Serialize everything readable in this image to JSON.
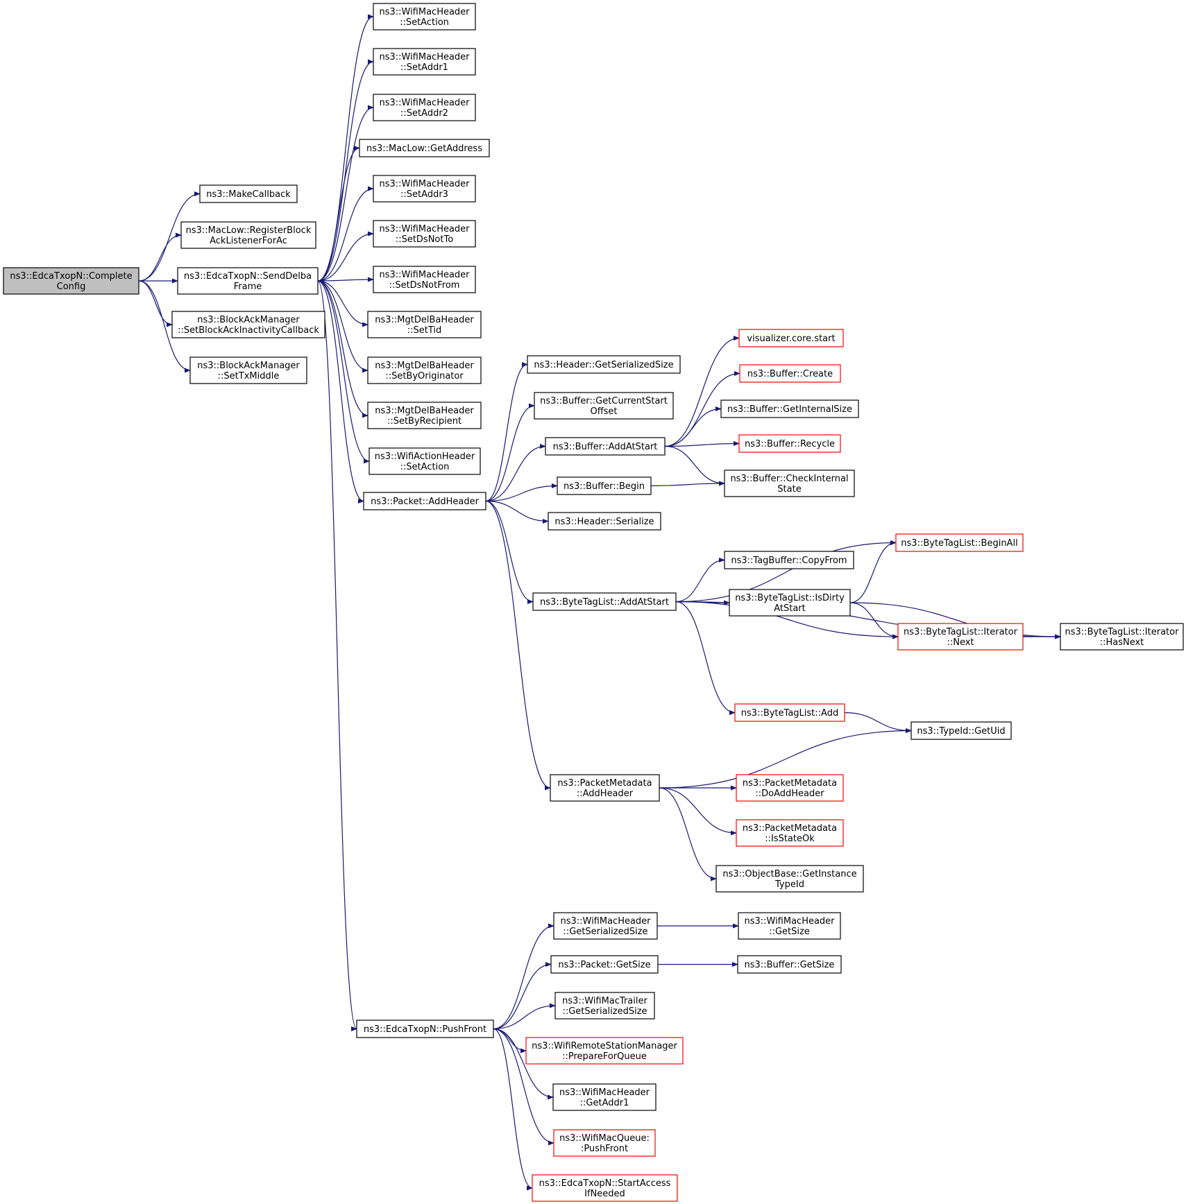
{
  "colors": {
    "edge": "#191970",
    "border_normal": "#000000",
    "border_truncated": "#ff0000",
    "fill_normal": "#ffffff",
    "fill_root": "#bfbfbf"
  },
  "graph": {
    "nodes": [
      {
        "id": "complete",
        "lines": [
          "ns3::EdcaTxopN::Complete",
          "Config"
        ],
        "style": "root"
      },
      {
        "id": "makecb",
        "lines": [
          "ns3::MakeCallback"
        ],
        "style": "normal"
      },
      {
        "id": "reglistener",
        "lines": [
          "ns3::MacLow::RegisterBlock",
          "AckListenerForAc"
        ],
        "style": "normal"
      },
      {
        "id": "senddelba",
        "lines": [
          "ns3::EdcaTxopN::SendDelba",
          "Frame"
        ],
        "style": "normal"
      },
      {
        "id": "setbainact",
        "lines": [
          "ns3::BlockAckManager",
          "::SetBlockAckInactivityCallback"
        ],
        "style": "normal"
      },
      {
        "id": "settxmiddle",
        "lines": [
          "ns3::BlockAckManager",
          "::SetTxMiddle"
        ],
        "style": "normal"
      },
      {
        "id": "setaction",
        "lines": [
          "ns3::WifiMacHeader",
          "::SetAction"
        ],
        "style": "normal"
      },
      {
        "id": "setaddr1",
        "lines": [
          "ns3::WifiMacHeader",
          "::SetAddr1"
        ],
        "style": "normal"
      },
      {
        "id": "setaddr2",
        "lines": [
          "ns3::WifiMacHeader",
          "::SetAddr2"
        ],
        "style": "normal"
      },
      {
        "id": "getaddress",
        "lines": [
          "ns3::MacLow::GetAddress"
        ],
        "style": "normal"
      },
      {
        "id": "setaddr3",
        "lines": [
          "ns3::WifiMacHeader",
          "::SetAddr3"
        ],
        "style": "normal"
      },
      {
        "id": "setdsnotto",
        "lines": [
          "ns3::WifiMacHeader",
          "::SetDsNotTo"
        ],
        "style": "normal"
      },
      {
        "id": "setdsnotfrom",
        "lines": [
          "ns3::WifiMacHeader",
          "::SetDsNotFrom"
        ],
        "style": "normal"
      },
      {
        "id": "settid",
        "lines": [
          "ns3::MgtDelBaHeader",
          "::SetTid"
        ],
        "style": "normal"
      },
      {
        "id": "setbyorig",
        "lines": [
          "ns3::MgtDelBaHeader",
          "::SetByOriginator"
        ],
        "style": "normal"
      },
      {
        "id": "setbyrecip",
        "lines": [
          "ns3::MgtDelBaHeader",
          "::SetByRecipient"
        ],
        "style": "normal"
      },
      {
        "id": "wasetaction",
        "lines": [
          "ns3::WifiActionHeader",
          "::SetAction"
        ],
        "style": "normal"
      },
      {
        "id": "addheader",
        "lines": [
          "ns3::Packet::AddHeader"
        ],
        "style": "normal"
      },
      {
        "id": "pushfront",
        "lines": [
          "ns3::EdcaTxopN::PushFront"
        ],
        "style": "normal"
      },
      {
        "id": "hdrgetser",
        "lines": [
          "ns3::Header::GetSerializedSize"
        ],
        "style": "normal"
      },
      {
        "id": "bufcurstart",
        "lines": [
          "ns3::Buffer::GetCurrentStart",
          "Offset"
        ],
        "style": "normal"
      },
      {
        "id": "bufaddatstart",
        "lines": [
          "ns3::Buffer::AddAtStart"
        ],
        "style": "normal"
      },
      {
        "id": "bufbegin",
        "lines": [
          "ns3::Buffer::Begin"
        ],
        "style": "normal"
      },
      {
        "id": "hdrserialize",
        "lines": [
          "ns3::Header::Serialize"
        ],
        "style": "normal"
      },
      {
        "id": "btladdatstart",
        "lines": [
          "ns3::ByteTagList::AddAtStart"
        ],
        "style": "normal"
      },
      {
        "id": "pmaddheader",
        "lines": [
          "ns3::PacketMetadata",
          "::AddHeader"
        ],
        "style": "normal"
      },
      {
        "id": "vizstart",
        "lines": [
          "visualizer.core.start"
        ],
        "style": "truncated"
      },
      {
        "id": "bufcreate",
        "lines": [
          "ns3::Buffer::Create"
        ],
        "style": "truncated"
      },
      {
        "id": "bufinternal",
        "lines": [
          "ns3::Buffer::GetInternalSize"
        ],
        "style": "normal"
      },
      {
        "id": "bufrecycle",
        "lines": [
          "ns3::Buffer::Recycle"
        ],
        "style": "truncated"
      },
      {
        "id": "bufcheck",
        "lines": [
          "ns3::Buffer::CheckInternal",
          "State"
        ],
        "style": "normal"
      },
      {
        "id": "tbcopyfrom",
        "lines": [
          "ns3::TagBuffer::CopyFrom"
        ],
        "style": "normal"
      },
      {
        "id": "btlisdirty",
        "lines": [
          "ns3::ByteTagList::IsDirty",
          "AtStart"
        ],
        "style": "normal"
      },
      {
        "id": "btladd",
        "lines": [
          "ns3::ByteTagList::Add"
        ],
        "style": "truncated"
      },
      {
        "id": "btlbeginall",
        "lines": [
          "ns3::ByteTagList::BeginAll"
        ],
        "style": "truncated"
      },
      {
        "id": "btlitnext",
        "lines": [
          "ns3::ByteTagList::Iterator",
          "::Next"
        ],
        "style": "truncated"
      },
      {
        "id": "btlithasnext",
        "lines": [
          "ns3::ByteTagList::Iterator",
          "::HasNext"
        ],
        "style": "normal"
      },
      {
        "id": "typeidgetuid",
        "lines": [
          "ns3::TypeId::GetUid"
        ],
        "style": "normal"
      },
      {
        "id": "pmdoadd",
        "lines": [
          "ns3::PacketMetadata",
          "::DoAddHeader"
        ],
        "style": "truncated"
      },
      {
        "id": "pmisstateok",
        "lines": [
          "ns3::PacketMetadata",
          "::IsStateOk"
        ],
        "style": "truncated"
      },
      {
        "id": "obgetinst",
        "lines": [
          "ns3::ObjectBase::GetInstance",
          "TypeId"
        ],
        "style": "normal"
      },
      {
        "id": "wmhgetser",
        "lines": [
          "ns3::WifiMacHeader",
          "::GetSerializedSize"
        ],
        "style": "normal"
      },
      {
        "id": "pktgetsize",
        "lines": [
          "ns3::Packet::GetSize"
        ],
        "style": "normal"
      },
      {
        "id": "wmtgetser",
        "lines": [
          "ns3::WifiMacTrailer",
          "::GetSerializedSize"
        ],
        "style": "normal"
      },
      {
        "id": "wrsmprep",
        "lines": [
          "ns3::WifiRemoteStationManager",
          "::PrepareForQueue"
        ],
        "style": "truncated"
      },
      {
        "id": "wmhgetaddr1",
        "lines": [
          "ns3::WifiMacHeader",
          "::GetAddr1"
        ],
        "style": "normal"
      },
      {
        "id": "wmqpushfront",
        "lines": [
          "ns3::WifiMacQueue:",
          ":PushFront"
        ],
        "style": "truncated"
      },
      {
        "id": "startaccess",
        "lines": [
          "ns3::EdcaTxopN::StartAccess",
          "IfNeeded"
        ],
        "style": "truncated"
      },
      {
        "id": "wmhgetsize",
        "lines": [
          "ns3::WifiMacHeader",
          "::GetSize"
        ],
        "style": "normal"
      },
      {
        "id": "bufgetsize",
        "lines": [
          "ns3::Buffer::GetSize"
        ],
        "style": "normal"
      }
    ],
    "edges": [
      [
        "complete",
        "makecb"
      ],
      [
        "complete",
        "reglistener"
      ],
      [
        "complete",
        "senddelba"
      ],
      [
        "complete",
        "setbainact"
      ],
      [
        "complete",
        "settxmiddle"
      ],
      [
        "senddelba",
        "setaction"
      ],
      [
        "senddelba",
        "setaddr1"
      ],
      [
        "senddelba",
        "setaddr2"
      ],
      [
        "senddelba",
        "getaddress"
      ],
      [
        "senddelba",
        "setaddr3"
      ],
      [
        "senddelba",
        "setdsnotto"
      ],
      [
        "senddelba",
        "setdsnotfrom"
      ],
      [
        "senddelba",
        "settid"
      ],
      [
        "senddelba",
        "setbyorig"
      ],
      [
        "senddelba",
        "setbyrecip"
      ],
      [
        "senddelba",
        "wasetaction"
      ],
      [
        "senddelba",
        "addheader"
      ],
      [
        "senddelba",
        "pushfront"
      ],
      [
        "addheader",
        "hdrgetser"
      ],
      [
        "addheader",
        "bufcurstart"
      ],
      [
        "addheader",
        "bufaddatstart"
      ],
      [
        "addheader",
        "bufbegin"
      ],
      [
        "addheader",
        "hdrserialize"
      ],
      [
        "addheader",
        "btladdatstart"
      ],
      [
        "addheader",
        "pmaddheader"
      ],
      [
        "bufaddatstart",
        "vizstart"
      ],
      [
        "bufaddatstart",
        "bufcreate"
      ],
      [
        "bufaddatstart",
        "bufinternal"
      ],
      [
        "bufaddatstart",
        "bufrecycle"
      ],
      [
        "bufaddatstart",
        "bufcheck"
      ],
      [
        "bufbegin",
        "bufcheck"
      ],
      [
        "btladdatstart",
        "btlbeginall"
      ],
      [
        "btladdatstart",
        "tbcopyfrom"
      ],
      [
        "btladdatstart",
        "btlisdirty"
      ],
      [
        "btladdatstart",
        "btlitnext"
      ],
      [
        "btladdatstart",
        "btlithasnext"
      ],
      [
        "btladdatstart",
        "btladd"
      ],
      [
        "btlisdirty",
        "btlbeginall"
      ],
      [
        "btlisdirty",
        "btlitnext"
      ],
      [
        "btlisdirty",
        "btlithasnext"
      ],
      [
        "btlitnext",
        "btlithasnext"
      ],
      [
        "btladd",
        "typeidgetuid"
      ],
      [
        "pmaddheader",
        "typeidgetuid"
      ],
      [
        "pmaddheader",
        "pmdoadd"
      ],
      [
        "pmaddheader",
        "pmisstateok"
      ],
      [
        "pmaddheader",
        "obgetinst"
      ],
      [
        "pushfront",
        "wmhgetser"
      ],
      [
        "pushfront",
        "pktgetsize"
      ],
      [
        "pushfront",
        "wmtgetser"
      ],
      [
        "pushfront",
        "wrsmprep"
      ],
      [
        "pushfront",
        "wmhgetaddr1"
      ],
      [
        "pushfront",
        "wmqpushfront"
      ],
      [
        "pushfront",
        "startaccess"
      ],
      [
        "wmhgetser",
        "wmhgetsize"
      ],
      [
        "pktgetsize",
        "bufgetsize"
      ]
    ]
  }
}
